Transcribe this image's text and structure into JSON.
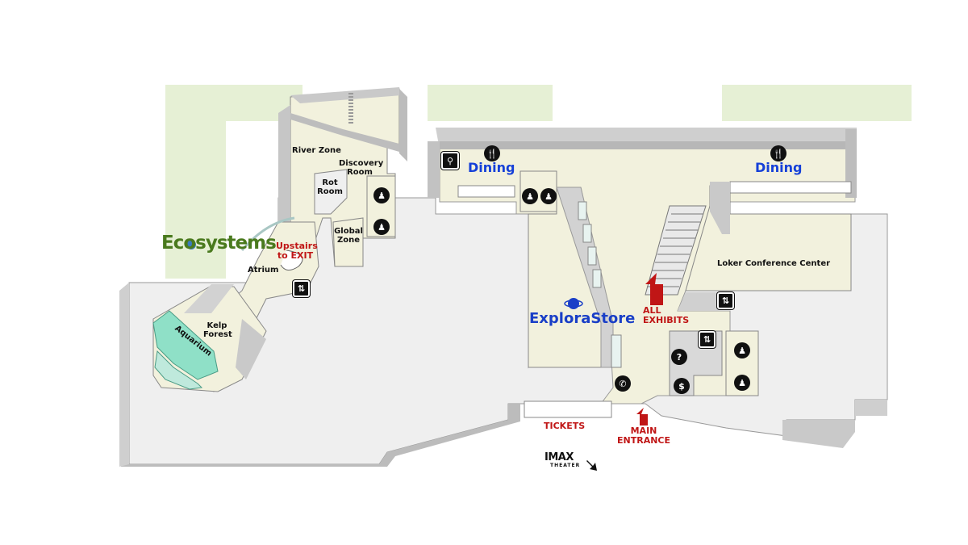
{
  "labels": {
    "river_zone": "River Zone",
    "discovery_room": "Discovery Room",
    "rot_room": "Rot Room",
    "global_zone": "Global Zone",
    "atrium": "Atrium",
    "upstairs": "Upstairs to EXIT",
    "kelp_forest": "Kelp Forest",
    "aquarium": "Aquarium",
    "ecosystems": "Ecosystems",
    "dining_left": "Dining",
    "dining_right": "Dining",
    "explorastore": "ExploraStore",
    "all_exhibits": "ALL EXHIBITS",
    "loker": "Loker Conference Center",
    "tickets": "TICKETS",
    "main_entrance": "MAIN ENTRANCE",
    "imax_logo": "IMAX",
    "imax_sub": "THEATER"
  },
  "icons": {
    "restroom": "person-icon",
    "dining": "fork-knife-icon",
    "elevator": "elevator-icon",
    "info": "question-icon",
    "atm": "dollar-icon",
    "phone": "phone-icon",
    "family": "family-restroom-icon"
  },
  "glyphs": {
    "person": "♟",
    "dining": "🍴",
    "info": "?",
    "atm": "$",
    "phone": "✆",
    "elevator": "⇅",
    "family": "⚲"
  },
  "colors": {
    "floor": "#f1f1e0",
    "wall_top": "#bdbdbd",
    "outer_floor": "#eeeeee",
    "green_bg": "#e6f0d5",
    "dining_blue": "#1540d8",
    "arrow_red": "#c01616",
    "aquarium": "#8fe0c7"
  }
}
